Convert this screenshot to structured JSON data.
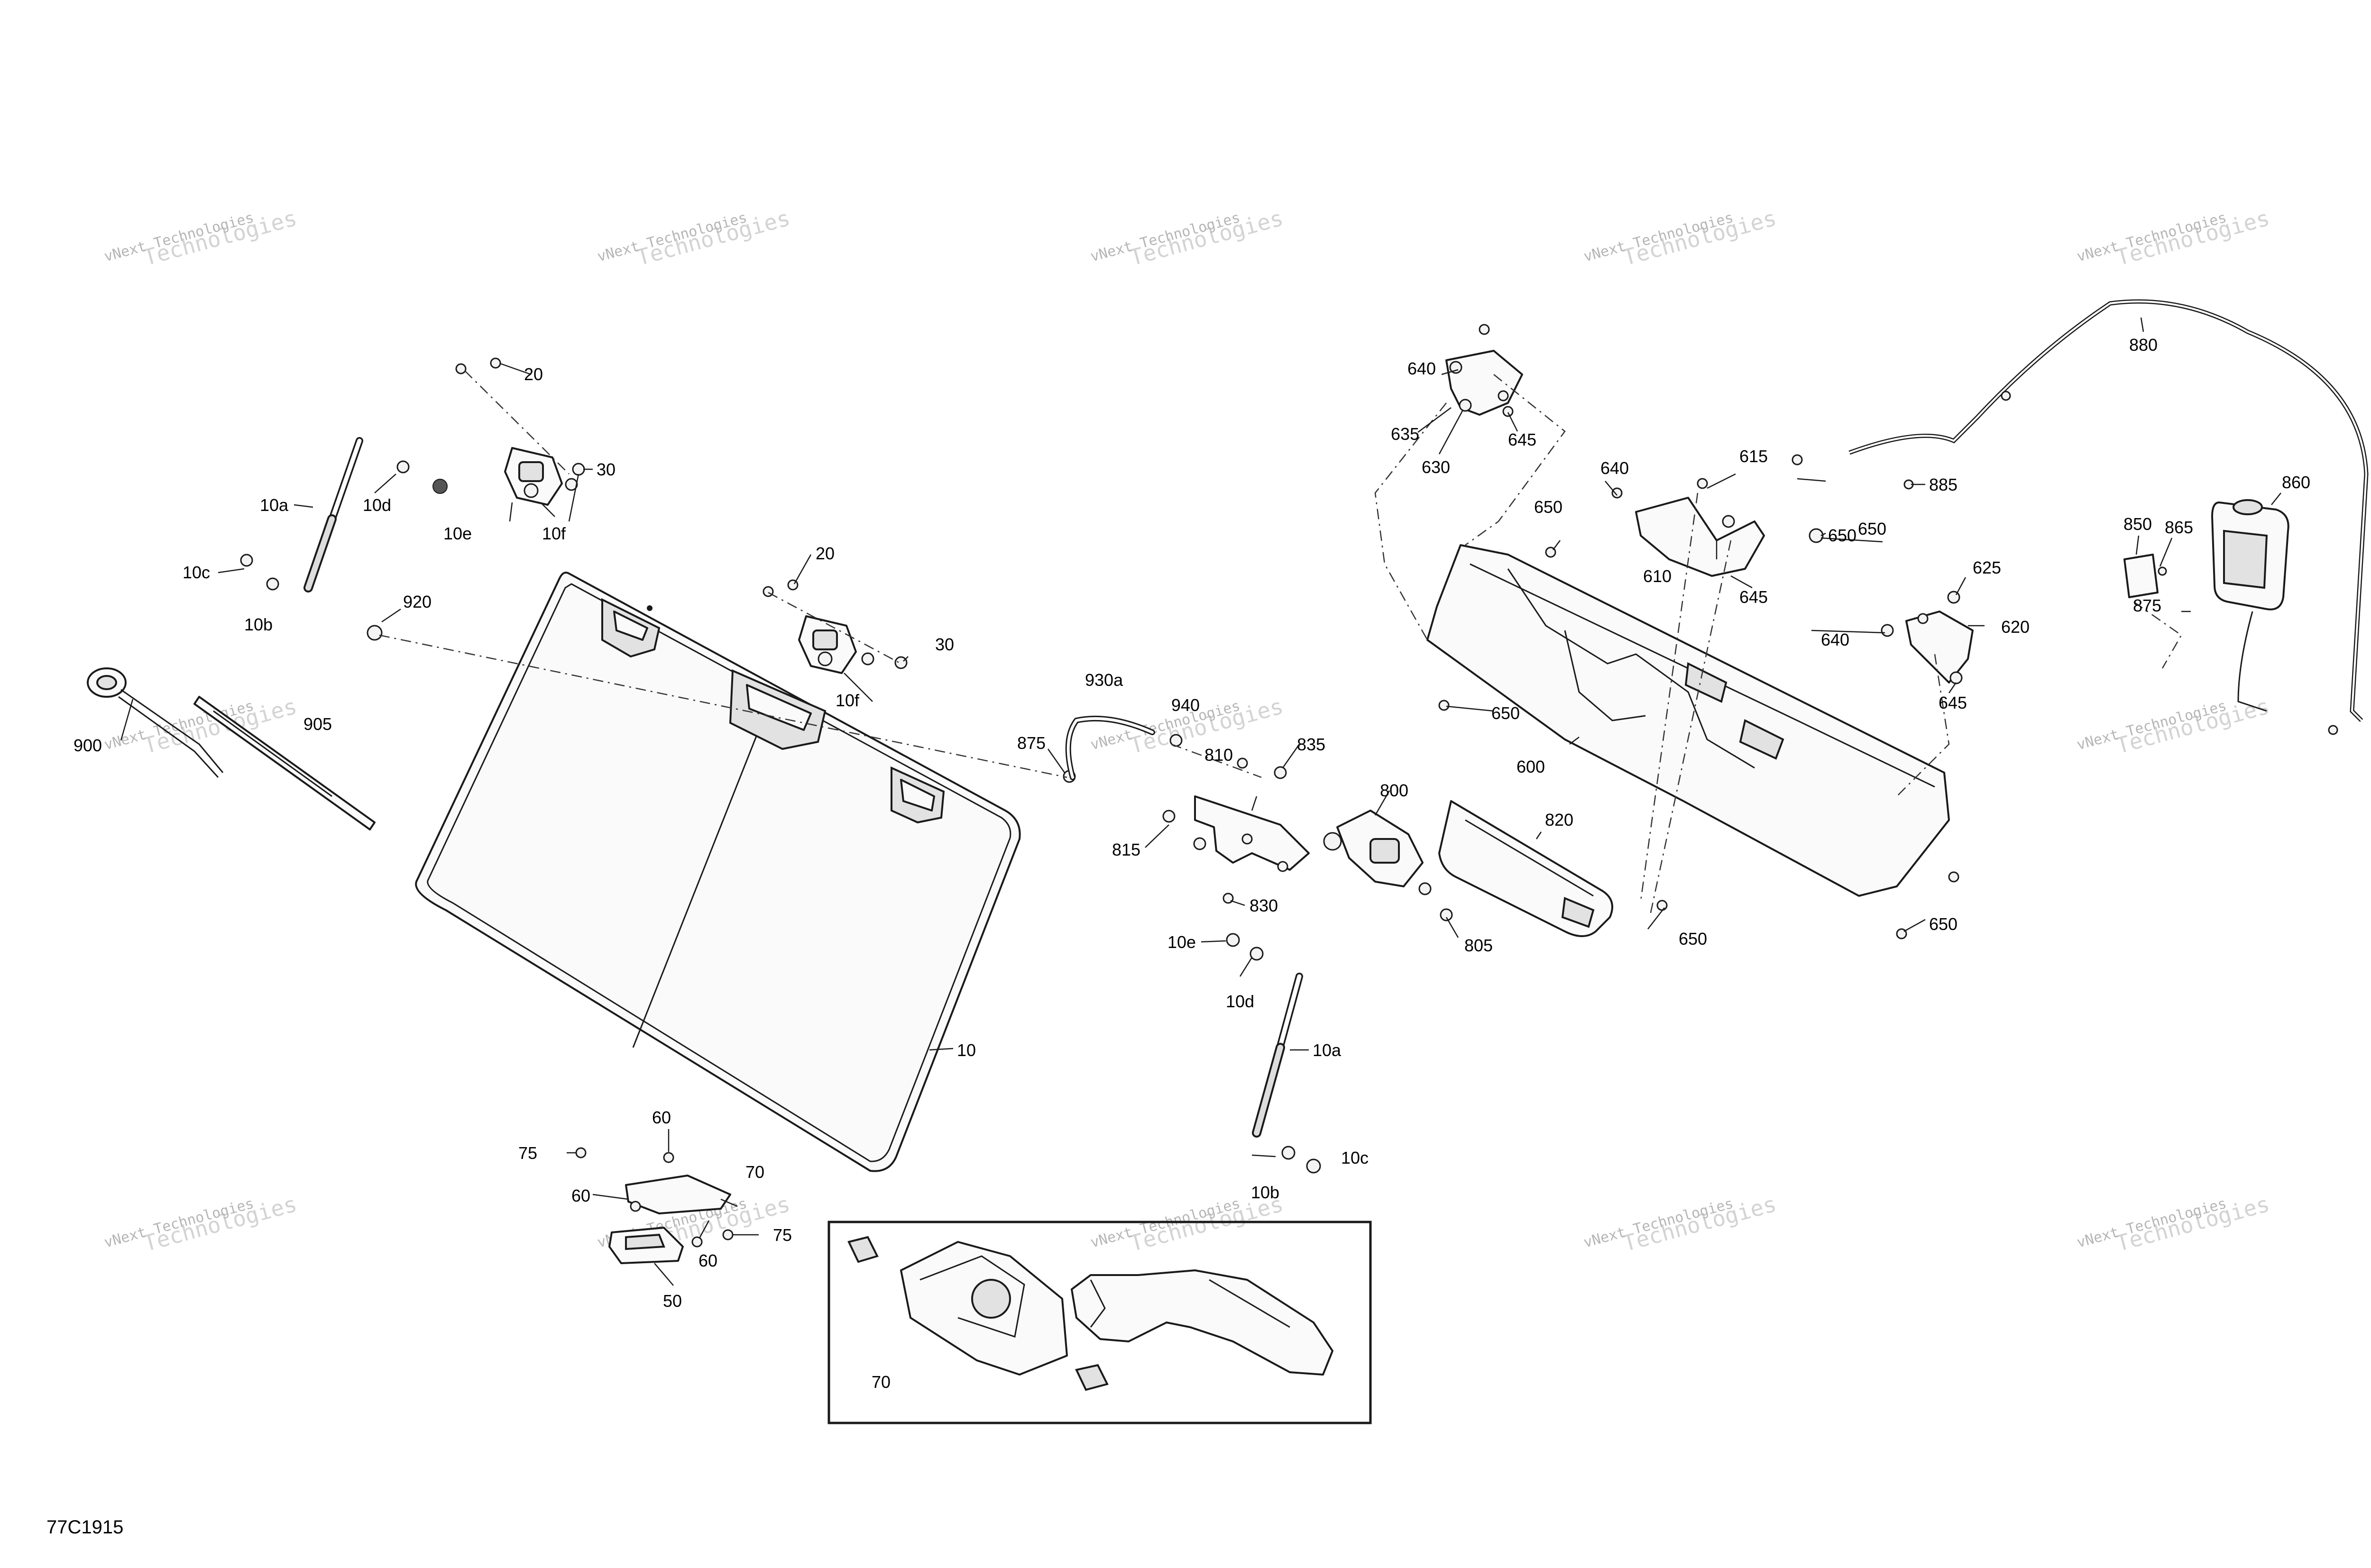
{
  "drawing_number": "77C1915",
  "watermark": {
    "line1": "vNext Technologies",
    "line2": "Technologies"
  },
  "callouts": [
    {
      "id": "c-10",
      "text": "10"
    },
    {
      "id": "c-10a-left",
      "text": "10a"
    },
    {
      "id": "c-10a-right",
      "text": "10a"
    },
    {
      "id": "c-10b-left",
      "text": "10b"
    },
    {
      "id": "c-10b-right",
      "text": "10b"
    },
    {
      "id": "c-10c-left",
      "text": "10c"
    },
    {
      "id": "c-10c-right",
      "text": "10c"
    },
    {
      "id": "c-10d-left",
      "text": "10d"
    },
    {
      "id": "c-10d-right",
      "text": "10d"
    },
    {
      "id": "c-10e-left",
      "text": "10e"
    },
    {
      "id": "c-10e-right",
      "text": "10e"
    },
    {
      "id": "c-10f-top",
      "text": "10f"
    },
    {
      "id": "c-10f-mid",
      "text": "10f"
    },
    {
      "id": "c-20-top",
      "text": "20"
    },
    {
      "id": "c-20-mid",
      "text": "20"
    },
    {
      "id": "c-30-top",
      "text": "30"
    },
    {
      "id": "c-30-mid",
      "text": "30"
    },
    {
      "id": "c-50",
      "text": "50"
    },
    {
      "id": "c-60-a",
      "text": "60"
    },
    {
      "id": "c-60-b",
      "text": "60"
    },
    {
      "id": "c-60-c",
      "text": "60"
    },
    {
      "id": "c-70",
      "text": "70"
    },
    {
      "id": "c-70-inset",
      "text": "70"
    },
    {
      "id": "c-75-a",
      "text": "75"
    },
    {
      "id": "c-75-b",
      "text": "75"
    },
    {
      "id": "c-600",
      "text": "600"
    },
    {
      "id": "c-610",
      "text": "610"
    },
    {
      "id": "c-615",
      "text": "615"
    },
    {
      "id": "c-620",
      "text": "620"
    },
    {
      "id": "c-625",
      "text": "625"
    },
    {
      "id": "c-630",
      "text": "630"
    },
    {
      "id": "c-635",
      "text": "635"
    },
    {
      "id": "c-640-a",
      "text": "640"
    },
    {
      "id": "c-640-b",
      "text": "640"
    },
    {
      "id": "c-640-c",
      "text": "640"
    },
    {
      "id": "c-645-a",
      "text": "645"
    },
    {
      "id": "c-645-b",
      "text": "645"
    },
    {
      "id": "c-645-c",
      "text": "645"
    },
    {
      "id": "c-650-a",
      "text": "650"
    },
    {
      "id": "c-650-b",
      "text": "650"
    },
    {
      "id": "c-650-c",
      "text": "650"
    },
    {
      "id": "c-650-d",
      "text": "650"
    },
    {
      "id": "c-650-e",
      "text": "650"
    },
    {
      "id": "c-650-f",
      "text": "650"
    },
    {
      "id": "c-800",
      "text": "800"
    },
    {
      "id": "c-805",
      "text": "805"
    },
    {
      "id": "c-810",
      "text": "810"
    },
    {
      "id": "c-815",
      "text": "815"
    },
    {
      "id": "c-820",
      "text": "820"
    },
    {
      "id": "c-830",
      "text": "830"
    },
    {
      "id": "c-835",
      "text": "835"
    },
    {
      "id": "c-850",
      "text": "850"
    },
    {
      "id": "c-860",
      "text": "860"
    },
    {
      "id": "c-865",
      "text": "865"
    },
    {
      "id": "c-875-a",
      "text": "875"
    },
    {
      "id": "c-875-b",
      "text": "875"
    },
    {
      "id": "c-880",
      "text": "880"
    },
    {
      "id": "c-885",
      "text": "885"
    },
    {
      "id": "c-900",
      "text": "900"
    },
    {
      "id": "c-905",
      "text": "905"
    },
    {
      "id": "c-920",
      "text": "920"
    },
    {
      "id": "c-930a",
      "text": "930a"
    },
    {
      "id": "c-940",
      "text": "940"
    }
  ]
}
